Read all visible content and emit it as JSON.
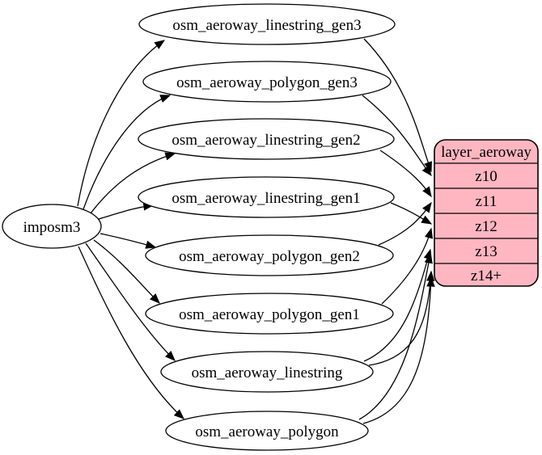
{
  "diagram": {
    "background_color": "#FFFFFF",
    "edge_color": "#000000",
    "source_node": {
      "label": "imposm3"
    },
    "tables": [
      {
        "label": "osm_aeroway_linestring_gen3",
        "targets": [
          "z10"
        ]
      },
      {
        "label": "osm_aeroway_polygon_gen3",
        "targets": [
          "z10"
        ]
      },
      {
        "label": "osm_aeroway_linestring_gen2",
        "targets": [
          "z11"
        ]
      },
      {
        "label": "osm_aeroway_linestring_gen1",
        "targets": [
          "z12"
        ]
      },
      {
        "label": "osm_aeroway_polygon_gen2",
        "targets": [
          "z11"
        ]
      },
      {
        "label": "osm_aeroway_polygon_gen1",
        "targets": [
          "z12"
        ]
      },
      {
        "label": "osm_aeroway_linestring",
        "targets": [
          "z13",
          "z14+"
        ]
      },
      {
        "label": "osm_aeroway_polygon",
        "targets": [
          "z13",
          "z14+"
        ]
      }
    ],
    "layer_node": {
      "title": "layer_aeroway",
      "rows": [
        "z10",
        "z11",
        "z12",
        "z13",
        "z14+"
      ],
      "fill_color": "#FFB6C1",
      "border_color": "#000000"
    },
    "edges": [
      "imposm3 -> osm_aeroway_linestring_gen3",
      "imposm3 -> osm_aeroway_polygon_gen3",
      "imposm3 -> osm_aeroway_linestring_gen2",
      "imposm3 -> osm_aeroway_linestring_gen1",
      "imposm3 -> osm_aeroway_polygon_gen2",
      "imposm3 -> osm_aeroway_polygon_gen1",
      "imposm3 -> osm_aeroway_linestring",
      "imposm3 -> osm_aeroway_polygon",
      "osm_aeroway_linestring_gen3 -> layer_aeroway:z10",
      "osm_aeroway_polygon_gen3 -> layer_aeroway:z10",
      "osm_aeroway_linestring_gen2 -> layer_aeroway:z11",
      "osm_aeroway_polygon_gen2 -> layer_aeroway:z11",
      "osm_aeroway_linestring_gen1 -> layer_aeroway:z12",
      "osm_aeroway_polygon_gen1 -> layer_aeroway:z12",
      "osm_aeroway_linestring -> layer_aeroway:z13",
      "osm_aeroway_polygon -> layer_aeroway:z13",
      "osm_aeroway_linestring -> layer_aeroway:z14+",
      "osm_aeroway_polygon -> layer_aeroway:z14+"
    ]
  }
}
